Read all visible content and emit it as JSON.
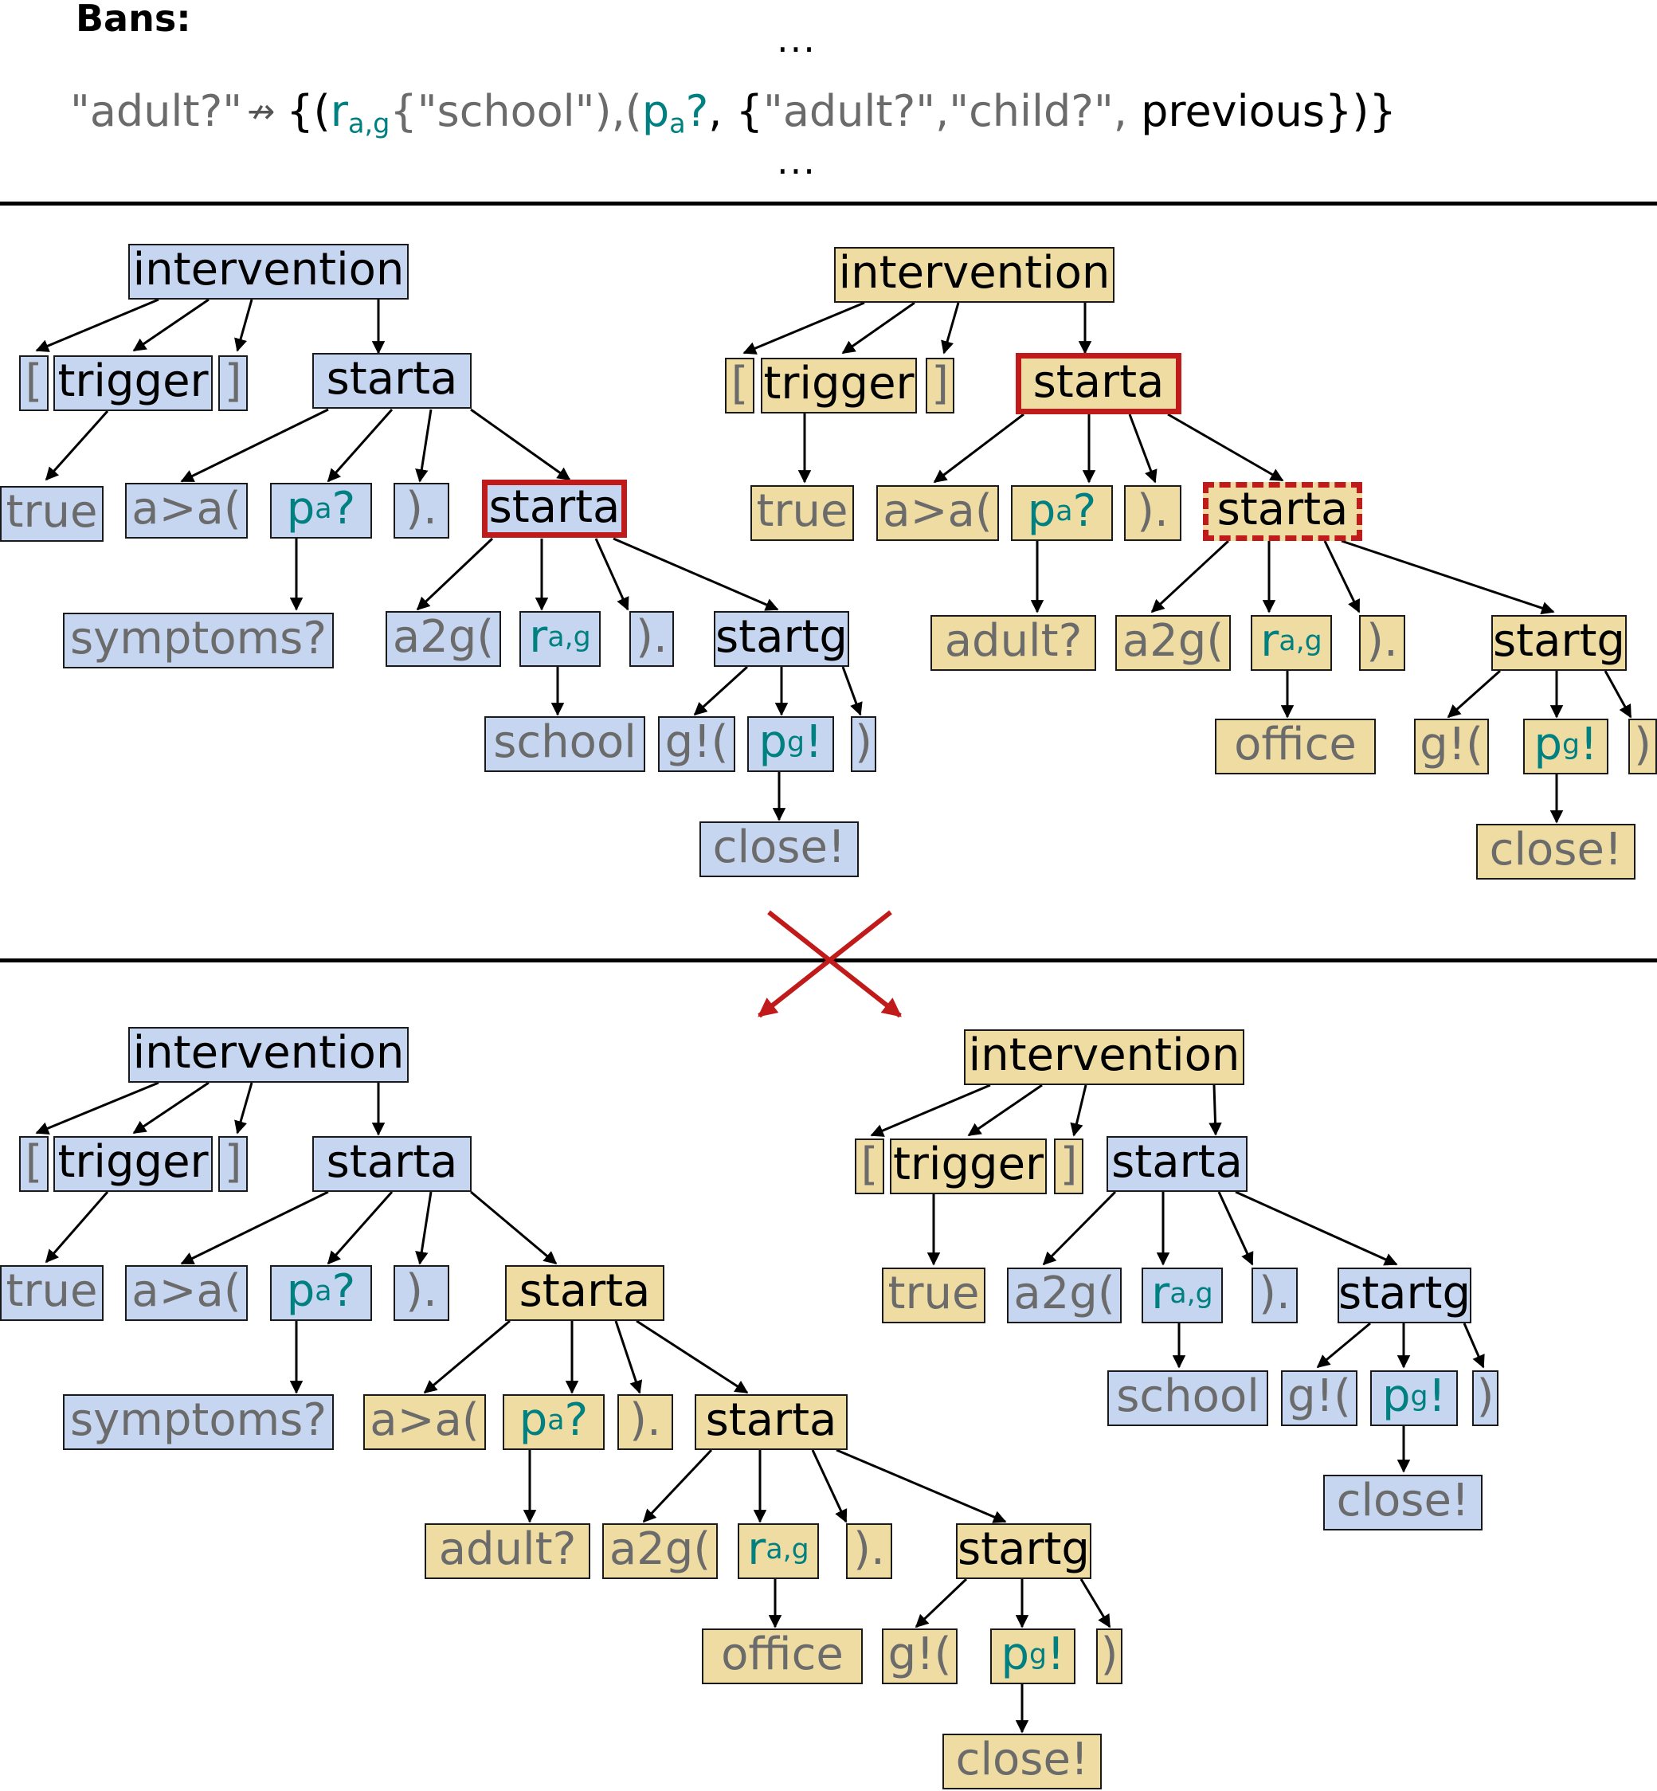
{
  "header": {
    "title": "Bans:",
    "dots_top": "...",
    "dots_bottom": "...",
    "rule": {
      "lhs": "\"adult?\"",
      "arrow": "↛",
      "open": "{(",
      "r_base": "r",
      "r_sub": "a,g",
      "r_arg": "{\"school\"),(",
      "p_base": "p",
      "p_sub": "a",
      "p_q": "?",
      "comma": ",",
      "set_prefix": " {",
      "set_items": "\"adult?\",\"child?\",",
      "set_tail": " previous})}"
    }
  },
  "colors": {
    "blue_node": "#c6d6f0",
    "yellow_node": "#efdca3",
    "highlight": "#c01a1a",
    "teal_text": "#008080",
    "gray_text": "#6b6b6b"
  },
  "labels": {
    "intervention": "intervention",
    "lbracket": "[",
    "trigger": "trigger",
    "rbracket": "]",
    "starta": "starta",
    "true": "true",
    "a_to_a": "a>a(",
    "p_a_base": "p",
    "p_a_sub": "a",
    "p_a_suffix": "?",
    "close_dot": ").",
    "symptoms": "symptoms?",
    "adult": "adult?",
    "a2g": "a2g(",
    "r_ag_base": "r",
    "r_ag_sub": "a,g",
    "startg": "startg",
    "school": "school",
    "office": "office",
    "g_open": "g!(",
    "p_g_base": "p",
    "p_g_sub": "g",
    "p_g_suffix": "!",
    "rparen": ")",
    "close_action": "close!"
  }
}
